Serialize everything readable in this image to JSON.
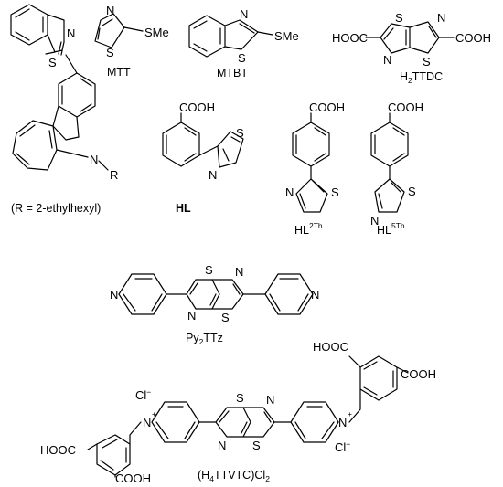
{
  "figure": {
    "atoms": {
      "N": "N",
      "S": "S",
      "SMe": "SMe",
      "COOH": "COOH",
      "HOOC": "HOOC",
      "Cl": "Cl",
      "minus": "−",
      "plus": "+"
    },
    "compounds": [
      {
        "id": "carbazole-btz",
        "caption": "(R = 2-ethylhexyl)",
        "substituent": "R"
      },
      {
        "id": "mtt",
        "caption": "MTT"
      },
      {
        "id": "mtbt",
        "caption": "MTBT"
      },
      {
        "id": "h2ttdc",
        "caption_prefix": "H",
        "caption_sub": "2",
        "caption_suffix": "TTDC"
      },
      {
        "id": "hl",
        "caption": "HL"
      },
      {
        "id": "hl2th",
        "caption": "HL",
        "caption_sup": "2Th"
      },
      {
        "id": "hl5th",
        "caption": "HL",
        "caption_sup": "5Th"
      },
      {
        "id": "py2ttz",
        "caption_prefix": "Py",
        "caption_sub": "2",
        "caption_suffix": "TTz"
      },
      {
        "id": "h4ttvtc",
        "caption_a": "(H",
        "caption_sub1": "4",
        "caption_b": "TTVTC)Cl",
        "caption_sub2": "2"
      }
    ]
  }
}
